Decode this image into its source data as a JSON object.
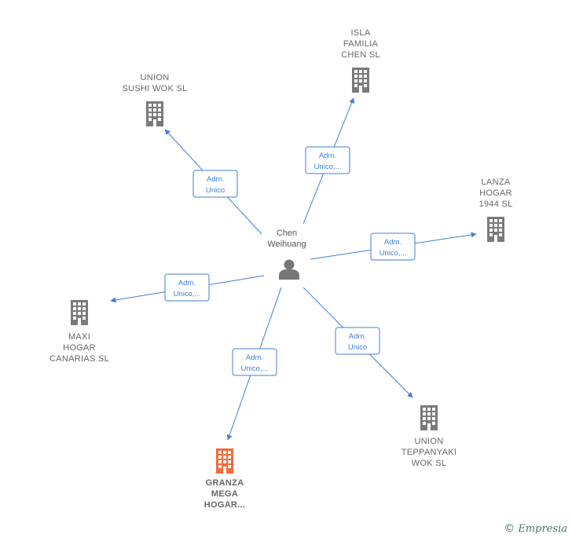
{
  "colors": {
    "edge": "#3d7fd6",
    "company": "#7a7a7a",
    "highlight": "#f26a3d",
    "person": "#777777",
    "brand": "#3e7b5c"
  },
  "person": {
    "name": [
      "Chen",
      "Weihuang"
    ],
    "icon": "person-icon"
  },
  "companies": [
    {
      "id": "union-sushi-wok",
      "label": [
        "UNION",
        "SUSHI WOK  SL"
      ],
      "highlight": false
    },
    {
      "id": "isla-familia-chen",
      "label": [
        "ISLA",
        "FAMILIA",
        "CHEN SL"
      ],
      "highlight": false
    },
    {
      "id": "lanza-hogar-1944",
      "label": [
        "LANZA",
        "HOGAR",
        "1944  SL"
      ],
      "highlight": false
    },
    {
      "id": "maxi-hogar-canarias",
      "label": [
        "MAXI",
        "HOGAR",
        "CANARIAS  SL"
      ],
      "highlight": false
    },
    {
      "id": "union-teppanyaki-wok",
      "label": [
        "UNION",
        "TEPPANYAKI",
        "WOK  SL"
      ],
      "highlight": false
    },
    {
      "id": "granza-mega-hogar",
      "label": [
        "GRANZA",
        "MEGA",
        "HOGAR..."
      ],
      "highlight": true
    }
  ],
  "edges": [
    {
      "to": "union-sushi-wok",
      "label": [
        "Adm.",
        "Unico"
      ]
    },
    {
      "to": "isla-familia-chen",
      "label": [
        "Adm.",
        "Unico,..."
      ]
    },
    {
      "to": "lanza-hogar-1944",
      "label": [
        "Adm.",
        "Unico,..."
      ]
    },
    {
      "to": "maxi-hogar-canarias",
      "label": [
        "Adm.",
        "Unico,..."
      ]
    },
    {
      "to": "union-teppanyaki-wok",
      "label": [
        "Adm.",
        "Unico"
      ]
    },
    {
      "to": "granza-mega-hogar",
      "label": [
        "Adm.",
        "Unico,..."
      ]
    }
  ],
  "footer": {
    "copyright_symbol": "©",
    "brand": "Empresia"
  }
}
